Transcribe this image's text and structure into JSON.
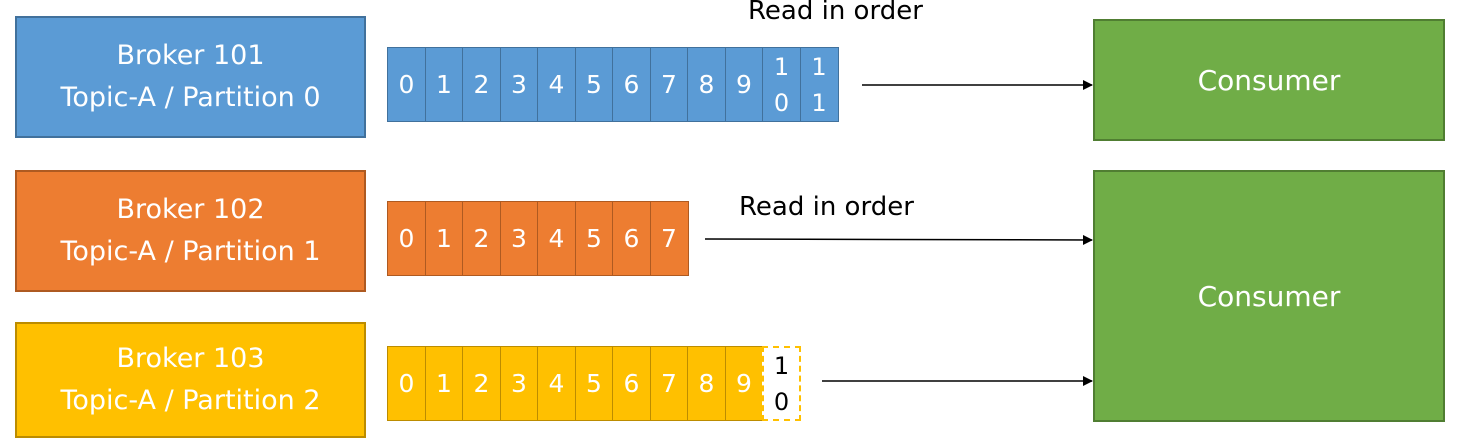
{
  "colors": {
    "partition_0": "#5b9bd5",
    "partition_1": "#ed7d31",
    "partition_2": "#ffc000",
    "consumer": "#70ad47"
  },
  "brokers": [
    {
      "line1": "Broker 101",
      "line2": "Topic-A / Partition 0"
    },
    {
      "line1": "Broker 102",
      "line2": "Topic-A / Partition 1"
    },
    {
      "line1": "Broker 103",
      "line2": "Topic-A / Partition 2"
    }
  ],
  "partitions": [
    {
      "offsets": [
        "0",
        "1",
        "2",
        "3",
        "4",
        "5",
        "6",
        "7",
        "8",
        "9",
        "10",
        "11"
      ]
    },
    {
      "offsets": [
        "0",
        "1",
        "2",
        "3",
        "4",
        "5",
        "6",
        "7"
      ]
    },
    {
      "offsets": [
        "0",
        "1",
        "2",
        "3",
        "4",
        "5",
        "6",
        "7",
        "8",
        "9"
      ],
      "pending_offset": "10"
    }
  ],
  "consumers": [
    {
      "label": "Consumer"
    },
    {
      "label": "Consumer"
    }
  ],
  "arrow_labels": {
    "top": "Read in order",
    "middle": "Read in order"
  }
}
